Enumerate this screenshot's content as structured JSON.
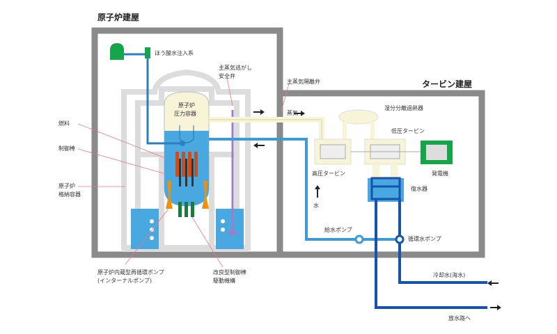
{
  "buildings": {
    "reactor_building": "原子炉建屋",
    "turbine_building": "タービン建屋"
  },
  "labels": {
    "boric_acid_injection": "ほう酸水注入系",
    "main_steam_relief_valve_line1": "主蒸気逃がし",
    "main_steam_relief_valve_line2": "安全弁",
    "pressure_vessel_line1": "原子炉",
    "pressure_vessel_line2": "圧力容器",
    "fuel": "燃料",
    "control_rod": "制御棒",
    "containment_line1": "原子炉",
    "containment_line2": "格納容器",
    "internal_pump_line1": "原子炉内蔵型再循環ポンプ",
    "internal_pump_line2": "(インターナルポンプ)",
    "crd_line1": "改良型制御棒",
    "crd_line2": "駆動機構",
    "main_steam_isolation": "主蒸気隔離弁",
    "steam": "蒸気",
    "moisture_separator_reheater": "湿分分離過熱器",
    "lp_turbine": "低圧タービン",
    "hp_turbine": "高圧タービン",
    "generator": "発電機",
    "condenser": "復水器",
    "water": "水",
    "feedwater_pump": "給水ポンプ",
    "circulating_water_pump": "循環水ポンプ",
    "cooling_water_intake": "冷却水(海水)",
    "discharge": "放水路へ"
  },
  "colors": {
    "wall": "#8a8a8a",
    "containment": "#dcdcdc",
    "water": "#4aa8e0",
    "steam": "#f7f4d8",
    "feedwater_pipe": "#3d9ad6",
    "seawater_pipe": "#1652b0",
    "fuel": "#c8501e",
    "pump": "#f0900a",
    "crd": "#1e7a3c",
    "generator": "#17a54a",
    "relief_line": "#9b7fc8",
    "leader": "#e07a8a"
  }
}
